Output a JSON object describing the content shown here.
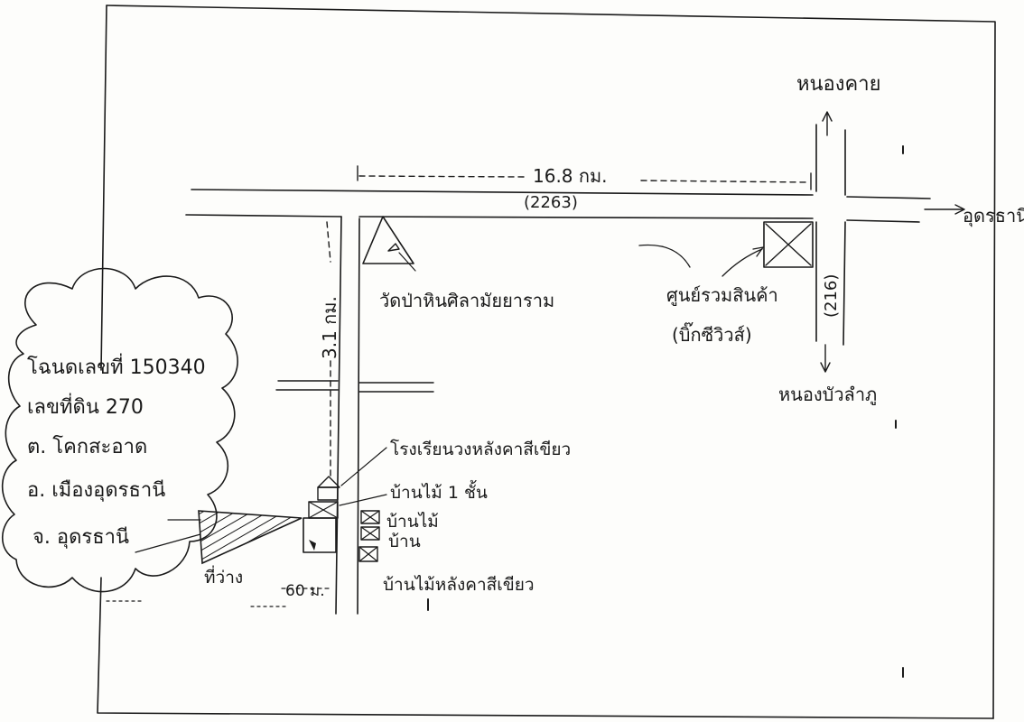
{
  "map": {
    "labels": {
      "north_destination": "หนองคาย",
      "east_destination": "อุดรธานี",
      "south_destination": "หนองบัวลำภู",
      "road_2263": "(2263)",
      "road_216": "(216)",
      "distance_horizontal": "16.8 กม.",
      "distance_vertical": "3.1 กม.",
      "temple": "วัดป่าหินศิลามัยยาราม",
      "shop": "ศูนย์รวมสินค้า",
      "shop_sub": "(บิ๊กซีวิวส์)",
      "school": "โรงเรียนวงหลังคาสีเขียว",
      "house_1": "บ้านไม้ 1 ชั้น",
      "house_2": "บ้านไม้",
      "house_3": "บ้าน",
      "house_4": "บ้านไม้หลังคาสีเขียว",
      "plot": "ที่ว่าง",
      "frontage": "60 ม."
    },
    "parcel_info": {
      "deed_no": "โฉนดเลขที่ 150340",
      "land_no": "เลขที่ดิน 270",
      "subdistrict": "ต. โคกสะอาด",
      "district": "อ. เมืองอุดรธานี",
      "province": "จ. อุดรธานี"
    }
  }
}
